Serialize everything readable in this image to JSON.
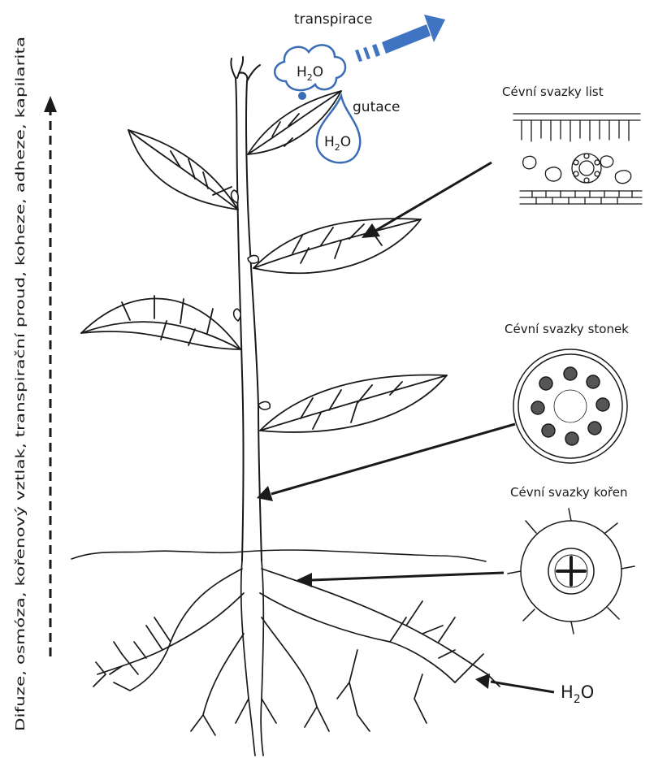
{
  "labels": {
    "transpiration": "transpirace",
    "guttation": "gutace",
    "h2o_cloud_base": "H",
    "h2o_cloud_sub": "2",
    "h2o_cloud_end": "O",
    "h2o_drop_base": "H",
    "h2o_drop_sub": "2",
    "h2o_drop_end": "O",
    "h2o_root_base": "H",
    "h2o_root_sub": "2",
    "h2o_root_end": "O",
    "leaf_bundles": "Cévní svazky list",
    "stem_bundles": "Cévní svazky stonek",
    "root_bundles": "Cévní svazky kořen",
    "vertical_caption": "Difuze, osmóza, kořenový vztlak, transpirační proud, koheze, adheze, kapilarita"
  },
  "colors": {
    "ink": "#1a1a1a",
    "water_blue": "#3a6db5",
    "arrow_blue": "#3f74c2"
  }
}
